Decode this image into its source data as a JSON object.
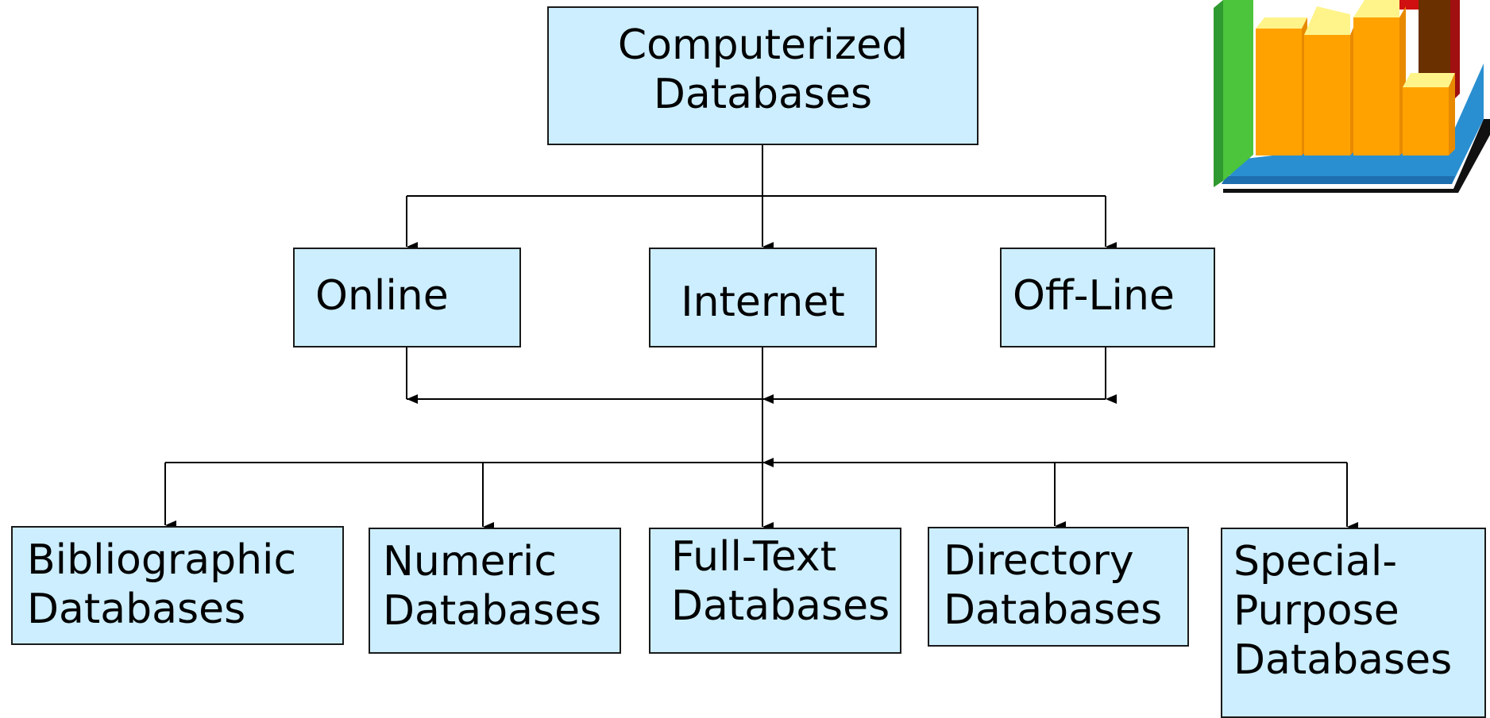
{
  "diagram": {
    "root": {
      "label_line1": "Computerized",
      "label_line2": "Databases"
    },
    "access": [
      {
        "label": "Online"
      },
      {
        "label": "Internet"
      },
      {
        "label": "Off-Line"
      }
    ],
    "types": [
      {
        "line1": "Bibliographic",
        "line2": "Databases"
      },
      {
        "line1": "Numeric",
        "line2": "Databases"
      },
      {
        "line1": "Full-Text",
        "line2": "Databases"
      },
      {
        "line1": "Directory",
        "line2": "Databases"
      },
      {
        "line1": "Special-",
        "line2": "Purpose",
        "line3": "Databases"
      }
    ]
  },
  "colors": {
    "box_fill": "#cceeff",
    "box_border": "#1a1a1a",
    "connector": "#000000"
  },
  "clipart": {
    "icon": "3d-bar-chart-icon"
  }
}
